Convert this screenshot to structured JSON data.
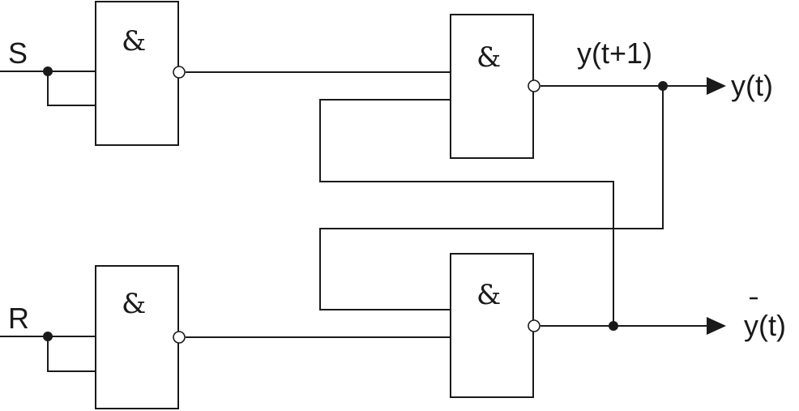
{
  "inputs": {
    "s": "S",
    "r": "R"
  },
  "gates": [
    {
      "symbol": "&"
    },
    {
      "symbol": "&"
    },
    {
      "symbol": "&"
    },
    {
      "symbol": "&"
    }
  ],
  "outputs": {
    "feedback_label": "y(t+1)",
    "q": "y(t)",
    "q_bar": "y(t)",
    "q_bar_overbar": "-"
  }
}
